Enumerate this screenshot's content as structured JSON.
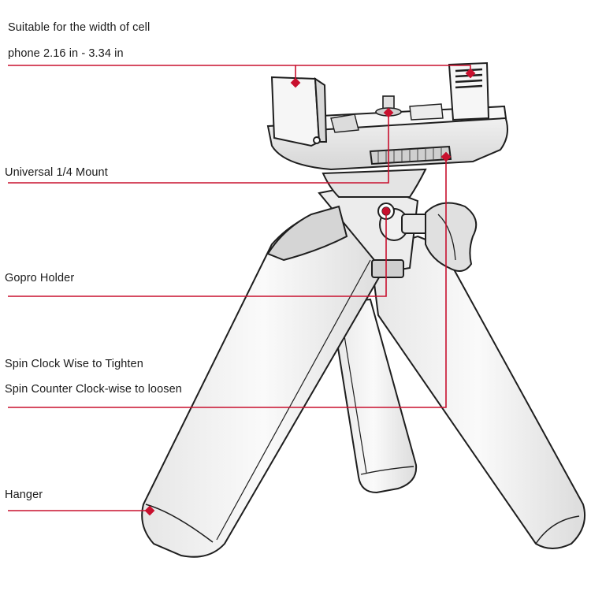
{
  "labels": {
    "phone_width_line1": "Suitable for the width of cell",
    "phone_width_line2": "phone 2.16 in - 3.34 in",
    "universal_mount": "Universal 1/4 Mount",
    "gopro_holder": "Gopro Holder",
    "spin_tighten": "Spin Clock Wise to Tighten",
    "spin_loosen": "Spin Counter Clock-wise to loosen",
    "hanger": "Hanger"
  },
  "colors": {
    "leader_line": "#c8102e",
    "marker": "#c8102e",
    "outline": "#1e1e1e",
    "body_fill": "#f4f4f4",
    "shade_fill": "#d9d9d9"
  }
}
